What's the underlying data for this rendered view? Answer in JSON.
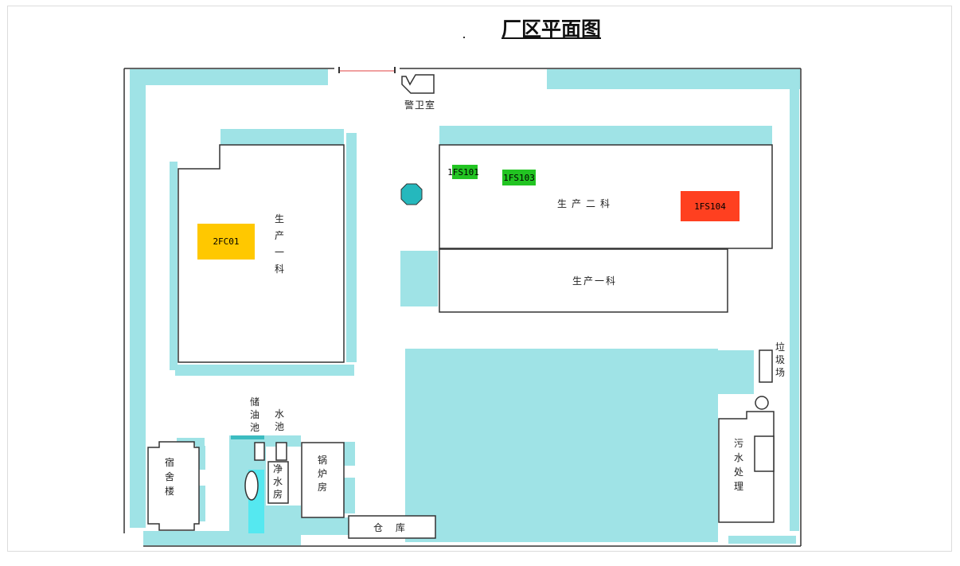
{
  "title": "厂区平面图",
  "buildings": {
    "guard_room": "警卫室",
    "production_2": "生产二科",
    "production_1_east": "生产一科",
    "production_1_west": "生产一科",
    "garbage": "垃圾场",
    "sewage": "污水处理",
    "dormitory": "宿舍楼",
    "oil_tank": "储油池",
    "water_pool": "水池",
    "water_purify": "净水房",
    "boiler": "锅炉房",
    "warehouse": "仓 库"
  },
  "equipment": [
    {
      "id": "2FC01",
      "color": "#ffc800"
    },
    {
      "id": "1FS101",
      "color": "#22c422"
    },
    {
      "id": "1FS103",
      "color": "#22c422"
    },
    {
      "id": "1FS104",
      "color": "#ff4020"
    }
  ],
  "colors": {
    "green_area": "#9fe3e6",
    "octagon": "#25b8bd"
  }
}
